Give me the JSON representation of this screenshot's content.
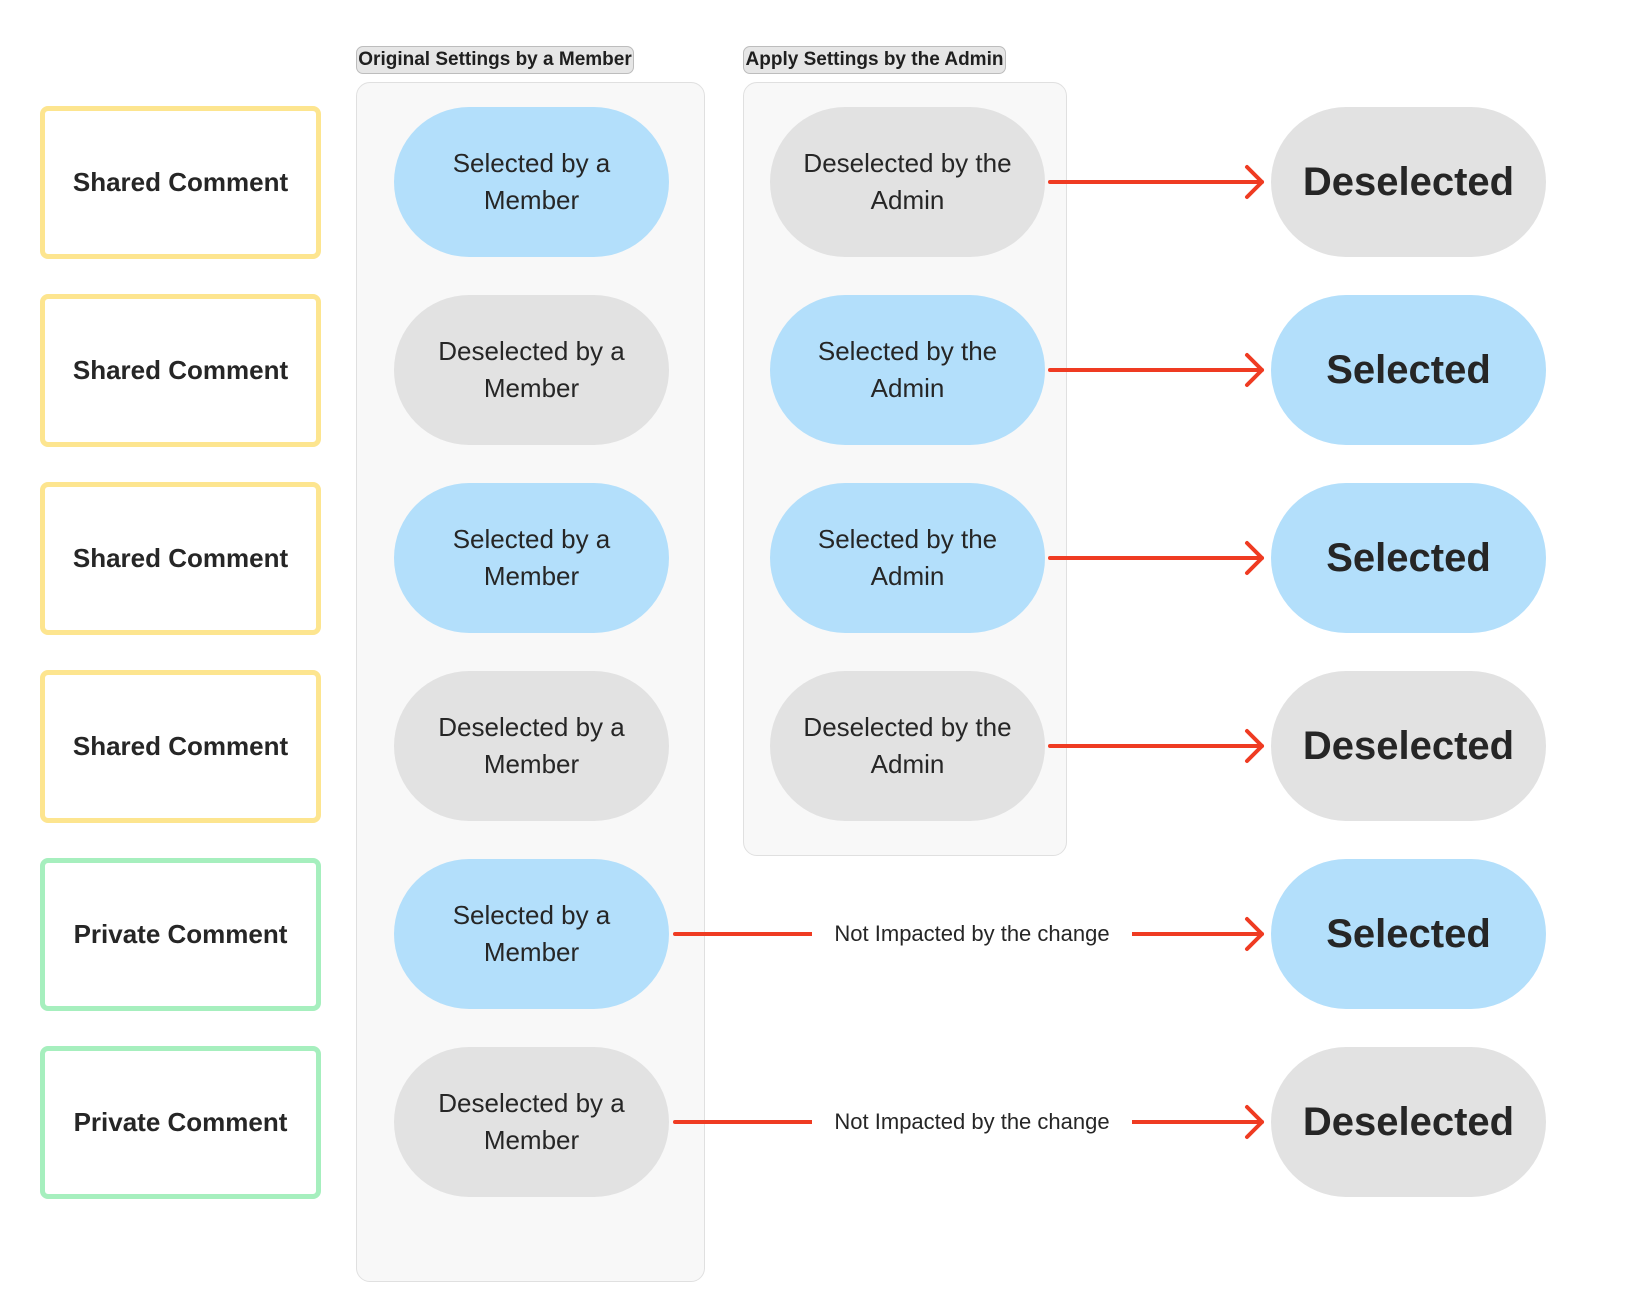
{
  "headers": {
    "original": "Original Settings by a Member",
    "admin": "Apply Settings by the Admin"
  },
  "rows": [
    {
      "type": "Shared Comment",
      "member": "Selected by a Member",
      "admin": "Deselected by the Admin",
      "result": "Deselected"
    },
    {
      "type": "Shared Comment",
      "member": "Deselected by a Member",
      "admin": "Selected by the Admin",
      "result": "Selected"
    },
    {
      "type": "Shared Comment",
      "member": "Selected by a Member",
      "admin": "Selected by the Admin",
      "result": "Selected"
    },
    {
      "type": "Shared Comment",
      "member": "Deselected by a Member",
      "admin": "Deselected by the Admin",
      "result": "Deselected"
    },
    {
      "type": "Private Comment",
      "member": "Selected by a Member",
      "note": "Not Impacted by the change",
      "result": "Selected"
    },
    {
      "type": "Private Comment",
      "member": "Deselected by a Member",
      "note": "Not Impacted by the change",
      "result": "Deselected"
    }
  ],
  "colors": {
    "selected_fill": "#b3dffb",
    "deselected_fill": "#e2e2e2",
    "shared_border": "#fde58f",
    "private_border": "#a6efbe",
    "arrow": "#ef3b22"
  }
}
